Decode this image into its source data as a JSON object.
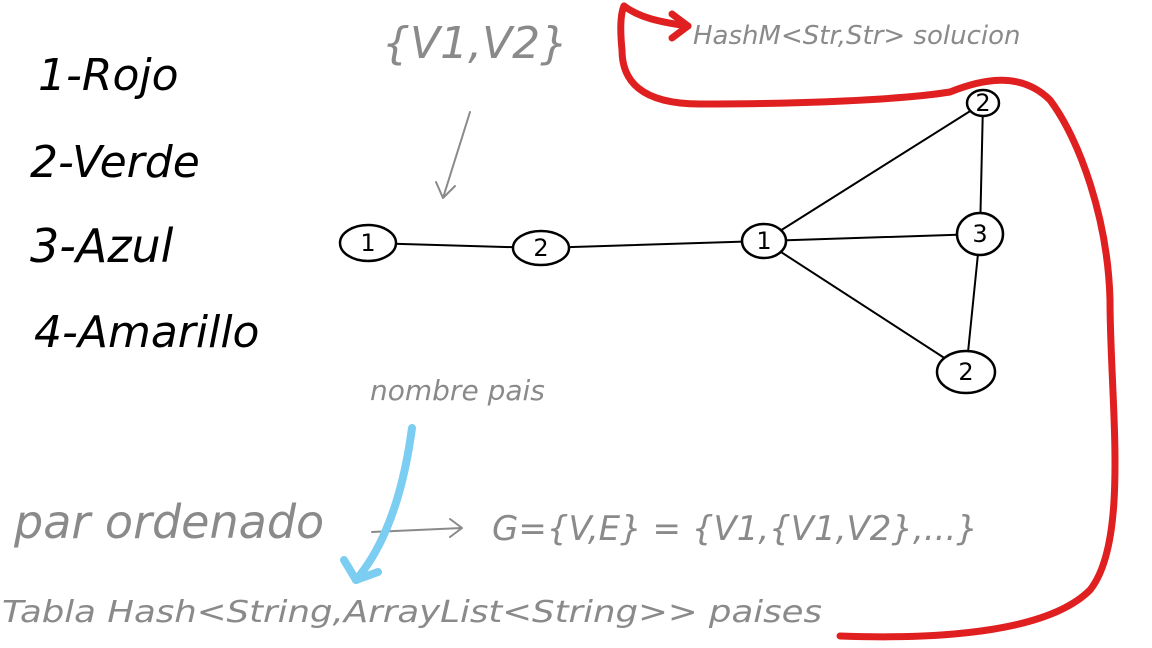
{
  "legend": [
    {
      "label": "1-Rojo"
    },
    {
      "label": "2-Verde"
    },
    {
      "label": "3-Azul"
    },
    {
      "label": "4-Amarillo"
    }
  ],
  "annotations": {
    "vertex_pair": "{V1,V2}",
    "hashmap_solution": "HashM<Str,Str> solucion",
    "country_name": "nombre pais",
    "ordered_pair": "par ordenado",
    "graph_definition": "G={V,E} = {V1,{V1,V2},...}",
    "hash_table": "Tabla Hash<String,ArrayList<String>> paises"
  },
  "graph": {
    "nodes": [
      {
        "id": "a",
        "label": "1"
      },
      {
        "id": "b",
        "label": "2"
      },
      {
        "id": "c",
        "label": "1"
      },
      {
        "id": "d",
        "label": "2"
      },
      {
        "id": "e",
        "label": "3"
      },
      {
        "id": "f",
        "label": "2"
      }
    ],
    "edges": [
      [
        "a",
        "b"
      ],
      [
        "b",
        "c"
      ],
      [
        "c",
        "e"
      ],
      [
        "c",
        "d"
      ],
      [
        "c",
        "f"
      ],
      [
        "d",
        "e"
      ],
      [
        "e",
        "f"
      ]
    ]
  },
  "colors": {
    "ink": "#000000",
    "pencil": "#8a8a8a",
    "red_marker": "#e02020",
    "blue_marker": "#7ccdf2"
  }
}
